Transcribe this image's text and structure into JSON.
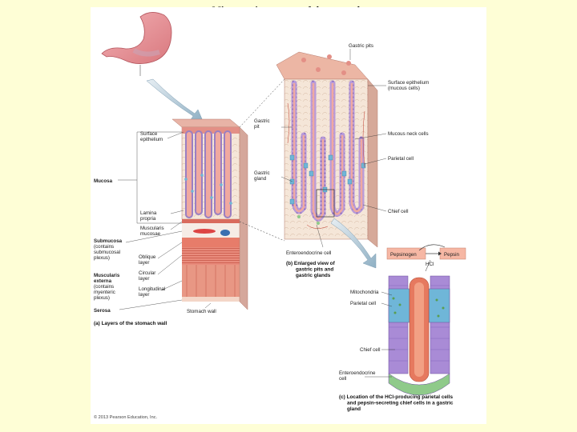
{
  "slide": {
    "title": "Microscopic anatomy of the stomach."
  },
  "figure": {
    "labels_a": {
      "surface_epithelium": [
        "Surface",
        "epithelium"
      ],
      "mucosa": "Mucosa",
      "lamina_propria": [
        "Lamina",
        "propria"
      ],
      "muscularis_mucosae": [
        "Muscularis",
        "mucosae"
      ],
      "submucosa": [
        "Submucosa",
        "(contains",
        "submucosal",
        "plexus)"
      ],
      "oblique_layer": [
        "Oblique",
        "layer"
      ],
      "circular_layer": [
        "Circular",
        "layer"
      ],
      "longitudinal_layer": [
        "Longitudinal",
        "layer"
      ],
      "muscularis_externa": [
        "Muscularis",
        "externa",
        "(contains",
        "myenteric",
        "plexus)"
      ],
      "serosa": "Serosa",
      "stomach_wall": "Stomach wall",
      "caption": "(a) Layers of the stomach wall"
    },
    "labels_b": {
      "gastric_pits": "Gastric pits",
      "gastric_pit": [
        "Gastric",
        "pit"
      ],
      "gastric_gland": [
        "Gastric",
        "gland"
      ],
      "surface_epithelium": [
        "Surface epithelium",
        "(mucous cells)"
      ],
      "mucous_neck_cells": "Mucous neck cells",
      "parietal_cell": "Parietal cell",
      "chief_cell": "Chief cell",
      "enteroendocrine_cell": "Enteroendocrine cell",
      "caption": [
        "(b) Enlarged view of",
        "gastric pits and",
        "gastric glands"
      ]
    },
    "labels_c": {
      "pepsinogen": "Pepsinogen",
      "pepsin": "Pepsin",
      "hcl": "HCl",
      "mitochondria": "Mitochondria",
      "parietal_cell": "Parietal cell",
      "chief_cell": "Chief cell",
      "enteroendocrine_cell": [
        "Enteroendocrine",
        "cell"
      ],
      "caption": [
        "(c) Location of the HCl-producing parietal cells",
        "and pepsin-secreting chief cells in a gastric",
        "gland"
      ]
    },
    "copyright": "© 2013 Pearson Education, Inc.",
    "colors": {
      "background": "#fefed6",
      "tissue_pink": "#e9968e",
      "gland_pink": "#f0a9a0",
      "epithelium_violet": "#b39ad8",
      "parietal_blue": "#6fb6d8",
      "chief_lilac": "#a98bd6",
      "enteroendocrine_green": "#8fca8a",
      "muscle_red": "#e06a5a",
      "pepsinogen_box": "#f6b7a4"
    }
  }
}
